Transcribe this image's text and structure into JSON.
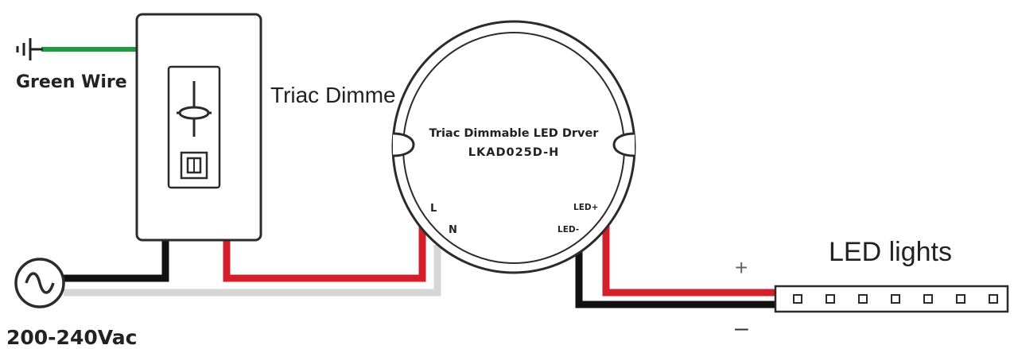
{
  "labels": {
    "ground_wire": "Green Wire",
    "mains_voltage": "200-240Vac",
    "dimmer": "Triac Dimme",
    "driver_title": "Triac Dimmable LED Drver",
    "driver_model": "LKAD025D-H",
    "terminal_L": "L",
    "terminal_N": "N",
    "terminal_led_plus": "LED+",
    "terminal_led_minus": "LED-",
    "led_lights": "LED lights",
    "polarity_plus": "+",
    "polarity_minus": "–"
  },
  "led_strip": {
    "dot_count": 7
  },
  "colors": {
    "ground_wire": "#1f9c3f",
    "live_wire": "#d4202a",
    "neutral_wire": "#111111",
    "return_wire": "#d6d6d6",
    "outline": "#2b2b2b"
  },
  "icons": {
    "ground": "ground-symbol-icon",
    "ac_source": "ac-source-icon",
    "dimmer_slider": "slider-knob-icon",
    "dimmer_switch": "rocker-switch-icon"
  }
}
